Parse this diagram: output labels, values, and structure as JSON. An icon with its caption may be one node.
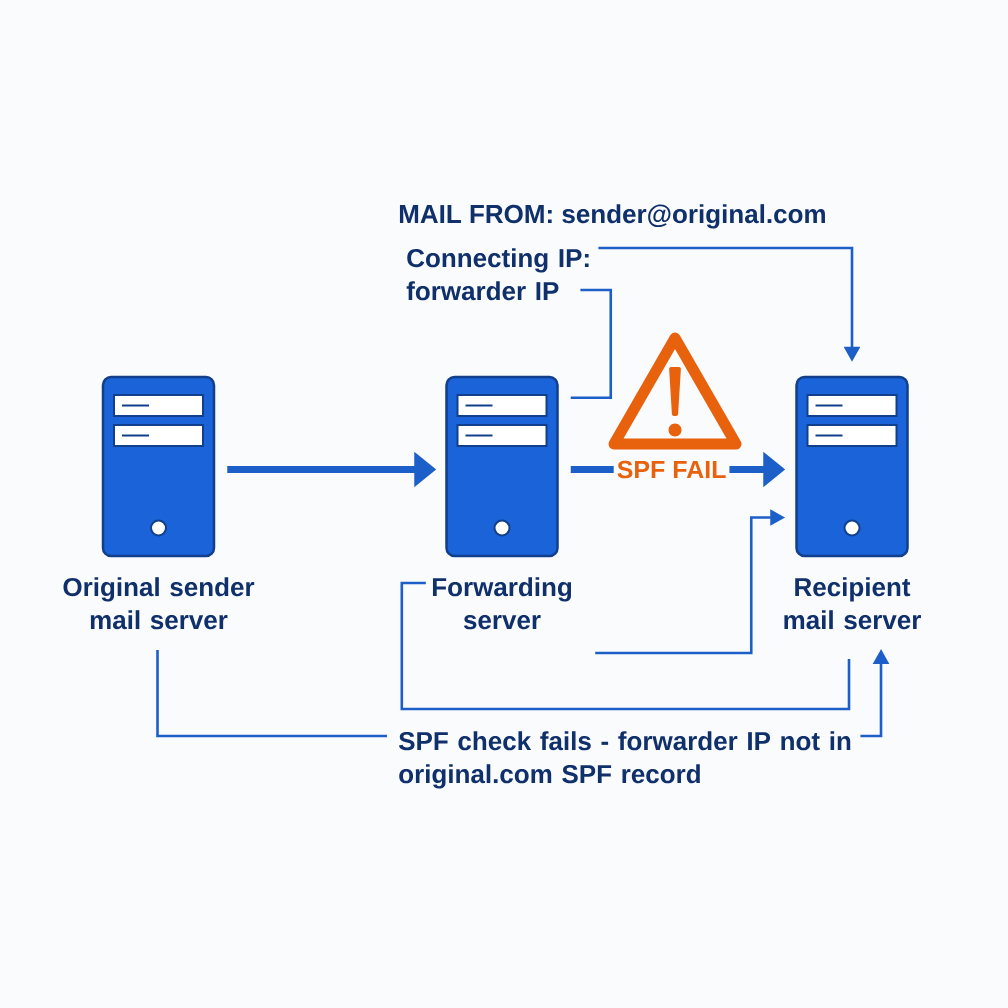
{
  "diagram": {
    "nodes": [
      {
        "text": [
          "Connecting IP: forwarder IP"
        ]
      },
      {
        "text": [
          "Original sender mail server"
        ]
      },
      {
        "text": [
          "Forwarding server"
        ]
      },
      {
        "text": [
          "Recipient mail server"
        ]
      },
      {
        "text": [
          "SPF check fails - forwarder IP not in original.com SPF record"
        ]
      }
    ],
    "edges": [
      {
        "from": 1,
        "to": 2,
        "arrow": "to",
        "style": "thick"
      },
      {
        "from": 2,
        "to": 3,
        "arrow": "to",
        "style": "thick",
        "label": "SPF FAIL"
      },
      {
        "from": 0,
        "to": 3,
        "arrow": "to"
      },
      {
        "from": 0,
        "to": 2,
        "arrow": "none"
      },
      {
        "from": 2,
        "to": 3,
        "arrow": "to"
      },
      {
        "from": 2,
        "to": 3,
        "arrow": "none"
      },
      {
        "from": 1,
        "to": 4,
        "arrow": "none"
      },
      {
        "from": 4,
        "to": 3,
        "arrow": "to"
      }
    ],
    "labels": [
      "MAIL FROM: sender@original.com"
    ]
  }
}
